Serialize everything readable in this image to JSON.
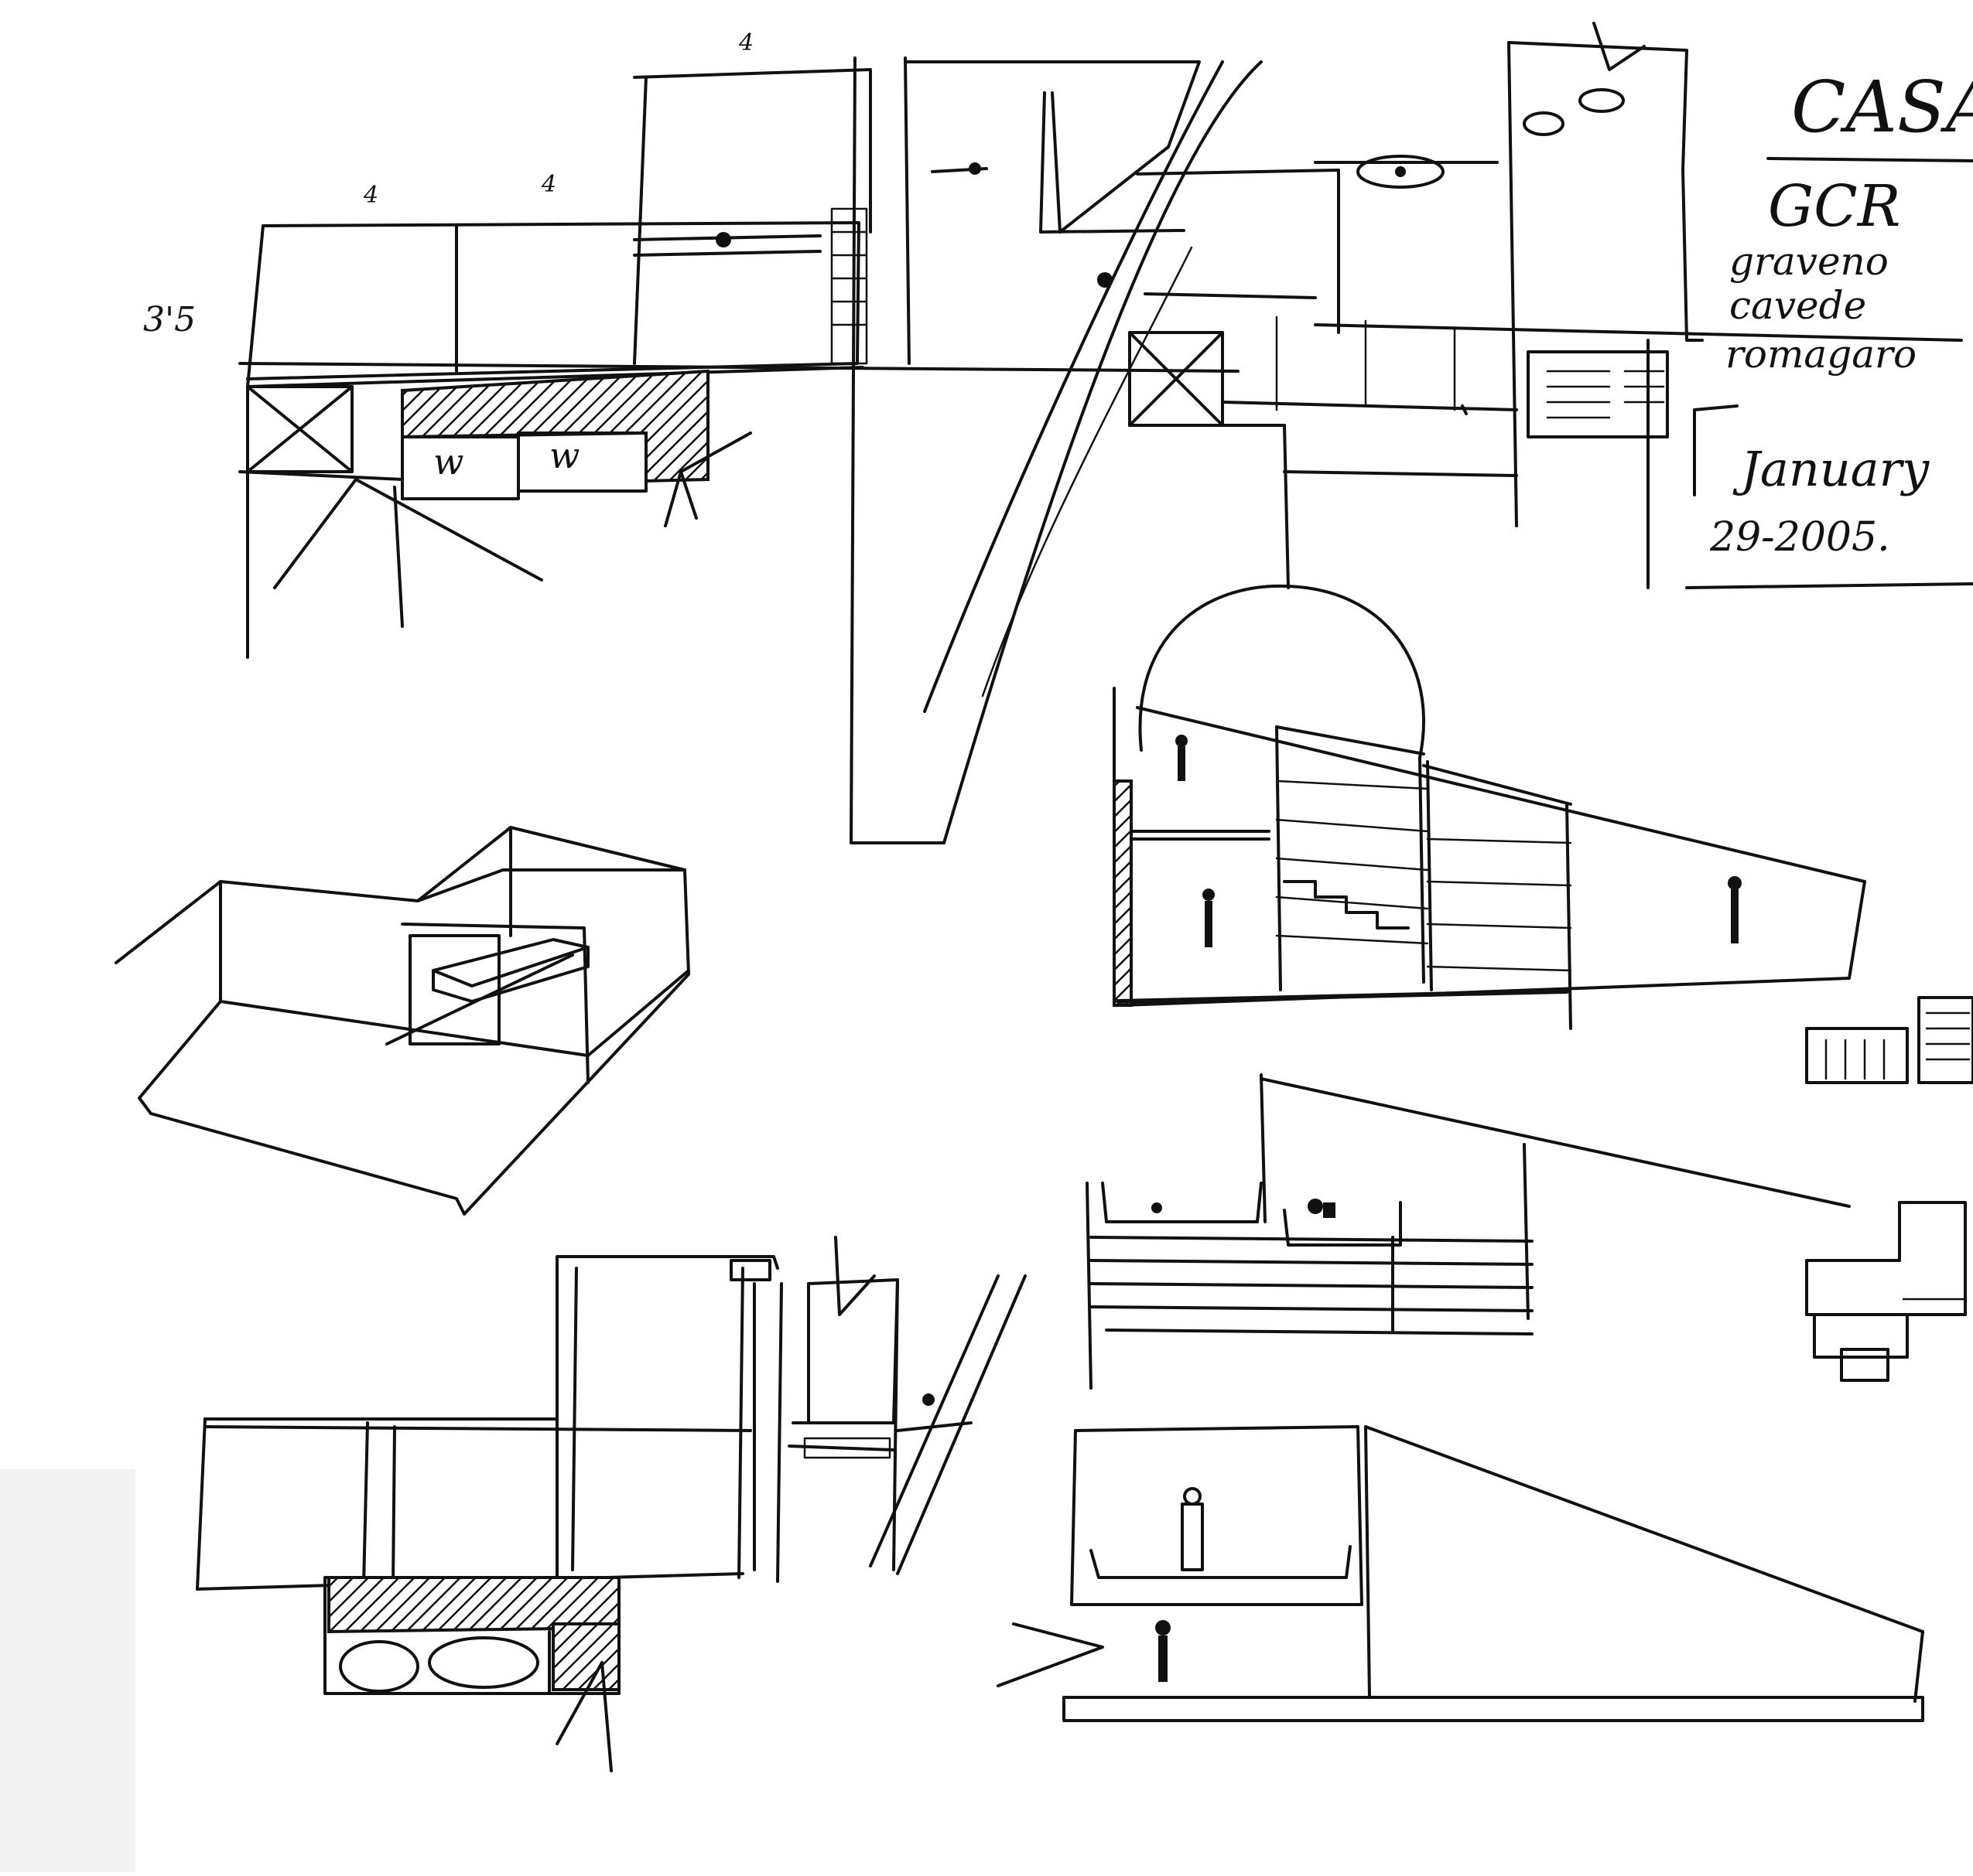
{
  "sheet": {
    "title": "CASA",
    "subtitle": "GCR",
    "authors": [
      "graveno",
      "cavede",
      "romagaro"
    ],
    "date_month": "January",
    "date_day_year": "29-2005.",
    "dimension_label": "3'5",
    "module_labels": [
      "4",
      "4",
      "4"
    ],
    "room_labels": [
      "w",
      "w"
    ]
  }
}
